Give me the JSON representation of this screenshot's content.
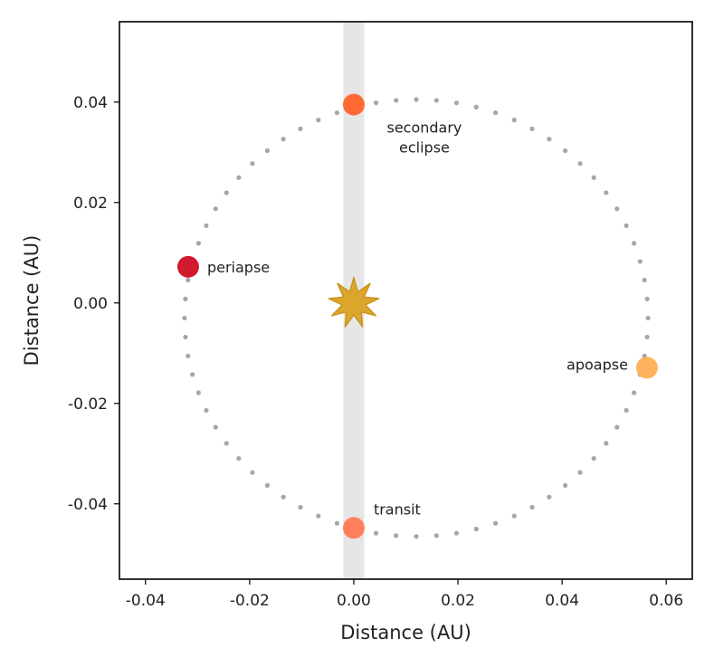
{
  "chart_data": {
    "type": "scatter",
    "xlabel": "Distance (AU)",
    "ylabel": "Distance (AU)",
    "xlim": [
      -0.045,
      0.065
    ],
    "ylim": [
      -0.055,
      0.056
    ],
    "xticks": [
      -0.04,
      -0.02,
      0.0,
      0.02,
      0.04,
      0.06
    ],
    "xtick_labels": [
      "-0.04",
      "-0.02",
      "0.00",
      "0.02",
      "0.04",
      "0.06"
    ],
    "yticks": [
      -0.04,
      -0.02,
      0.0,
      0.02,
      0.04
    ],
    "ytick_labels": [
      "-0.04",
      "-0.02",
      "0.00",
      "0.02",
      "0.04"
    ],
    "grid": false,
    "orbit": {
      "center": [
        0.012,
        -0.003
      ],
      "semi_axis_x": 0.0445,
      "semi_axis_y": 0.0435,
      "num_points": 72,
      "color": "#a6a6a6"
    },
    "line_of_sight_band": {
      "x_min": -0.002,
      "x_max": 0.002,
      "color": "#e6e6e6"
    },
    "star": {
      "x": 0.0,
      "y": 0.0,
      "color": "#dba62b"
    },
    "points": [
      {
        "label": "secondary eclipse",
        "lines": [
          "secondary",
          "eclipse"
        ],
        "x": 0.0,
        "y": 0.0395,
        "color": "#ff6a33",
        "label_pos": "below-right"
      },
      {
        "label": "periapse",
        "lines": [
          "periapse"
        ],
        "x": -0.0318,
        "y": 0.0072,
        "color": "#d11a2e",
        "label_pos": "right"
      },
      {
        "label": "apoapse",
        "lines": [
          "apoapse"
        ],
        "x": 0.0563,
        "y": -0.0129,
        "color": "#ffb35c",
        "label_pos": "left"
      },
      {
        "label": "transit",
        "lines": [
          "transit"
        ],
        "x": 0.0,
        "y": -0.0448,
        "color": "#ff7f5c",
        "label_pos": "above-right"
      }
    ]
  }
}
